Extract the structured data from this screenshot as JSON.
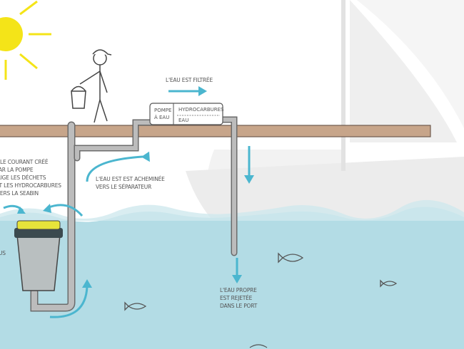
{
  "labels": {
    "current": [
      "LE COURANT CRÉÉ",
      "PAR LA POMPE",
      "DIRIGE LES DÉCHETS",
      "ET LES HYDROCARBURES",
      "VERS LA SEABIN"
    ],
    "conveyed": [
      "L'EAU EST EST ACHEMINÉE",
      "VERS LE SÉPARATEUR"
    ],
    "filtered": "L'EAU EST FILTRÉE",
    "pump": [
      "POMPE",
      "À EAU"
    ],
    "separator_top": "HYDROCARBURES",
    "separator_bottom": "EAU",
    "released": [
      "L'EAU PROPRE",
      "EST REJETÉE",
      "DANS LE PORT"
    ],
    "partial_left": "US"
  },
  "colors": {
    "sun": "#f4e418",
    "water": "#b3dce5",
    "arrow": "#4bb6cf",
    "dock": "#c7a58a",
    "pipe": "#b8b8b8",
    "boat": "#eeeeee",
    "seabin_lid": "#e6e33a",
    "seabin_ring": "#3b4a4f"
  }
}
